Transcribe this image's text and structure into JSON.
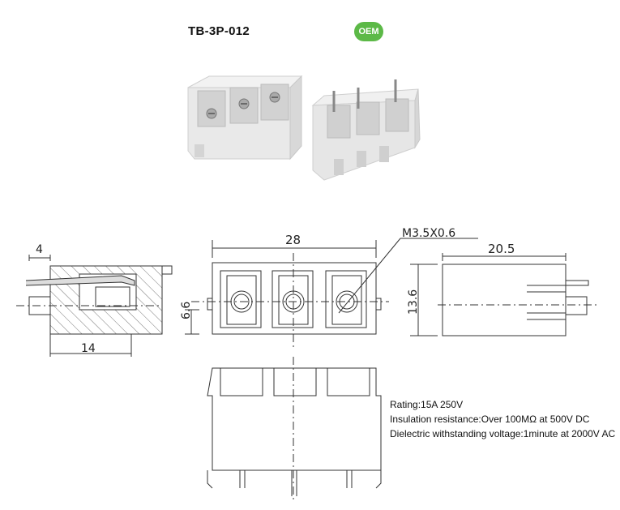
{
  "header": {
    "model": "TB-3P-012",
    "badge": "OEM",
    "badge_color": "#5cb947"
  },
  "dimensions": {
    "pitch_label": "4",
    "depth_label": "14",
    "width_label": "28",
    "screw_label": "M3.5X0.6",
    "height_small_label": "6.6",
    "length_label": "20.5",
    "height_label": "13.6"
  },
  "specs": {
    "rating": "Rating:15A 250V",
    "insulation": "Insulation resistance:Over 100MΩ at 500V DC",
    "dielectric": "Dielectric withstanding voltage:1minute at 2000V AC"
  }
}
